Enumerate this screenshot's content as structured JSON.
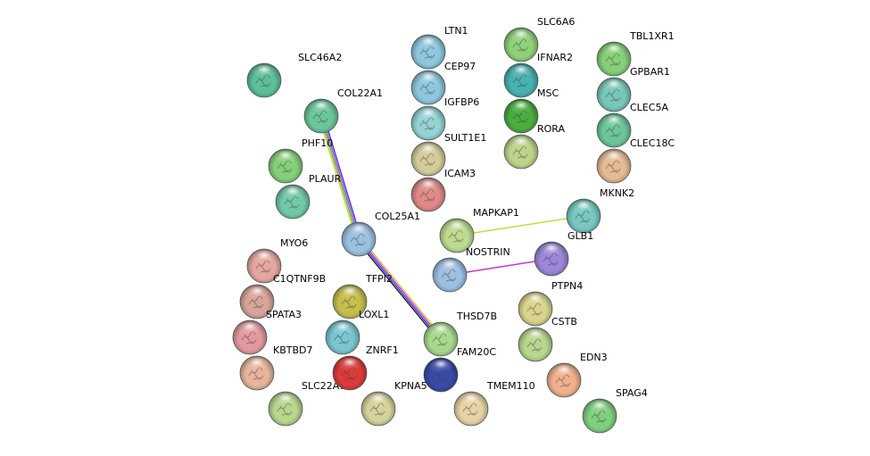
{
  "nodes": [
    {
      "id": "SLC46A2",
      "label": "SLC46A2",
      "color": "#5dbf97"
    },
    {
      "id": "COL22A1",
      "label": "COL22A1",
      "color": "#6cc69a"
    },
    {
      "id": "PHF10",
      "label": "PHF10",
      "color": "#86cf78"
    },
    {
      "id": "PLAUR",
      "label": "PLAUR",
      "color": "#72c9a8"
    },
    {
      "id": "COL25A1",
      "label": "COL25A1",
      "color": "#9cc0e0"
    },
    {
      "id": "MYO6",
      "label": "MYO6",
      "color": "#e6a6a0"
    },
    {
      "id": "C1QTNF9B",
      "label": "C1QTNF9B",
      "color": "#d8a499"
    },
    {
      "id": "SPATA3",
      "label": "SPATA3",
      "color": "#e29a9f"
    },
    {
      "id": "KBTBD7",
      "label": "KBTBD7",
      "color": "#e7b59a"
    },
    {
      "id": "SLC22A16",
      "label": "SLC22A16",
      "color": "#b8d68c"
    },
    {
      "id": "TFPI2",
      "label": "TFPI2",
      "color": "#c6be4c"
    },
    {
      "id": "LOXL1",
      "label": "LOXL1",
      "color": "#78c6cf"
    },
    {
      "id": "ZNRF1",
      "label": "ZNRF1",
      "color": "#dc3a3a"
    },
    {
      "id": "KPNA5",
      "label": "KPNA5",
      "color": "#d6d29a"
    },
    {
      "id": "LTN1",
      "label": "LTN1",
      "color": "#8ec7dd"
    },
    {
      "id": "CEP97",
      "label": "CEP97",
      "color": "#8ec7dd"
    },
    {
      "id": "IGFBP6",
      "label": "IGFBP6",
      "color": "#8ec7dd"
    },
    {
      "id": "SULT1E1",
      "label": "SULT1E1",
      "color": "#95d2d4"
    },
    {
      "id": "ICAM3",
      "label": "ICAM3",
      "color": "#d4cc98"
    },
    {
      "id": "ICAM3b",
      "label": "",
      "color": "#df8a88"
    },
    {
      "id": "SLC6A6",
      "label": "SLC6A6",
      "color": "#8fd07a"
    },
    {
      "id": "IFNAR2",
      "label": "IFNAR2",
      "color": "#48b1b1"
    },
    {
      "id": "MSC",
      "label": "MSC",
      "color": "#4aad3e"
    },
    {
      "id": "RORA",
      "label": "RORA",
      "color": "#bfd38c"
    },
    {
      "id": "TBL1XR1",
      "label": "TBL1XR1",
      "color": "#86cf78"
    },
    {
      "id": "GPBAR1",
      "label": "GPBAR1",
      "color": "#78c8b9"
    },
    {
      "id": "CLEC5A",
      "label": "CLEC5A",
      "color": "#6cc69a"
    },
    {
      "id": "CLEC18C",
      "label": "CLEC18C",
      "color": "#e6bb92"
    },
    {
      "id": "MAPKAP1",
      "label": "MAPKAP1",
      "color": "#bedb8e"
    },
    {
      "id": "MKNK2",
      "label": "MKNK2",
      "color": "#78c8c0"
    },
    {
      "id": "NOSTRIN",
      "label": "NOSTRIN",
      "color": "#9cc0e0"
    },
    {
      "id": "GLB1",
      "label": "GLB1",
      "color": "#9c86da"
    },
    {
      "id": "PTPN4",
      "label": "PTPN4",
      "color": "#d8d48a"
    },
    {
      "id": "CSTB",
      "label": "CSTB",
      "color": "#b8d68c"
    },
    {
      "id": "THSD7B",
      "label": "THSD7B",
      "color": "#a8d88c"
    },
    {
      "id": "FAM20C",
      "label": "FAM20C",
      "color": "#3a4aa6"
    },
    {
      "id": "TMEM110",
      "label": "TMEM110",
      "color": "#e6d2a4"
    },
    {
      "id": "EDN3",
      "label": "EDN3",
      "color": "#f0b08e"
    },
    {
      "id": "SPAG4",
      "label": "SPAG4",
      "color": "#7fd07e"
    }
  ],
  "edges": [
    {
      "source": "COL22A1",
      "target": "COL25A1",
      "colors": [
        "#3333ff",
        "#cc33cc",
        "#33cc33",
        "#cccc33"
      ]
    },
    {
      "source": "COL25A1",
      "target": "THSD7B",
      "colors": [
        "#cccc33",
        "#cc33cc",
        "#3333ff",
        "#222222"
      ]
    },
    {
      "source": "MAPKAP1",
      "target": "MKNK2",
      "colors": [
        "#c8d830"
      ]
    },
    {
      "source": "NOSTRIN",
      "target": "GLB1",
      "colors": [
        "#cc33cc"
      ]
    }
  ]
}
